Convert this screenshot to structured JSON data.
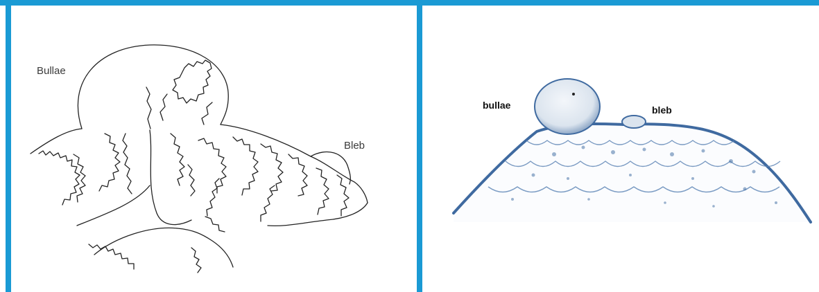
{
  "colors": {
    "frame": "#1a9ad4",
    "ink": "#222222",
    "tissue_blue": "#3f6aa0",
    "bulla_fill": "#e3eaf2"
  },
  "left_panel": {
    "label_bullae": "Bullae",
    "label_bleb": "Bleb"
  },
  "right_panel": {
    "label_bullae": "bullae",
    "label_bleb": "bleb"
  }
}
